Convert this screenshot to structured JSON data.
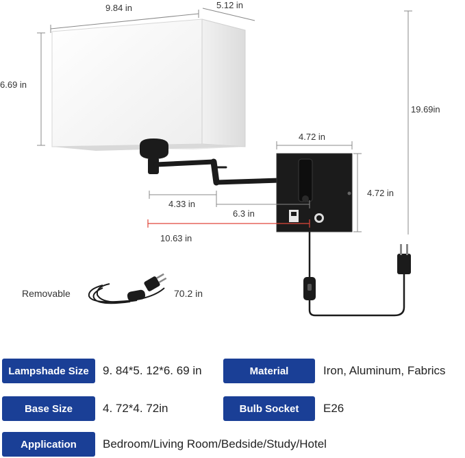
{
  "dimensions": {
    "shade_width": "9.84 in",
    "shade_depth": "5.12 in",
    "shade_height": "6.69 in",
    "total_height": "19.69in",
    "base_width": "4.72 in",
    "base_height": "4.72 in",
    "arm_short": "4.33 in",
    "arm_long": "6.3 in",
    "arm_total": "10.63 in"
  },
  "cord": {
    "label": "Removable",
    "length": "70.2 in"
  },
  "specs": {
    "lampshade_size_label": "Lampshade Size",
    "lampshade_size_value": "9. 84*5. 12*6. 69 in",
    "material_label": "Material",
    "material_value": "Iron, Aluminum, Fabrics",
    "base_size_label": "Base Size",
    "base_size_value": "4. 72*4. 72in",
    "bulb_socket_label": "Bulb Socket",
    "bulb_socket_value": "E26",
    "application_label": "Application",
    "application_value": "Bedroom/Living Room/Bedside/Study/Hotel"
  },
  "colors": {
    "label_bg": "#1a3f96",
    "measure_red": "#e0463a",
    "lamp_black": "#1b1b1b"
  }
}
